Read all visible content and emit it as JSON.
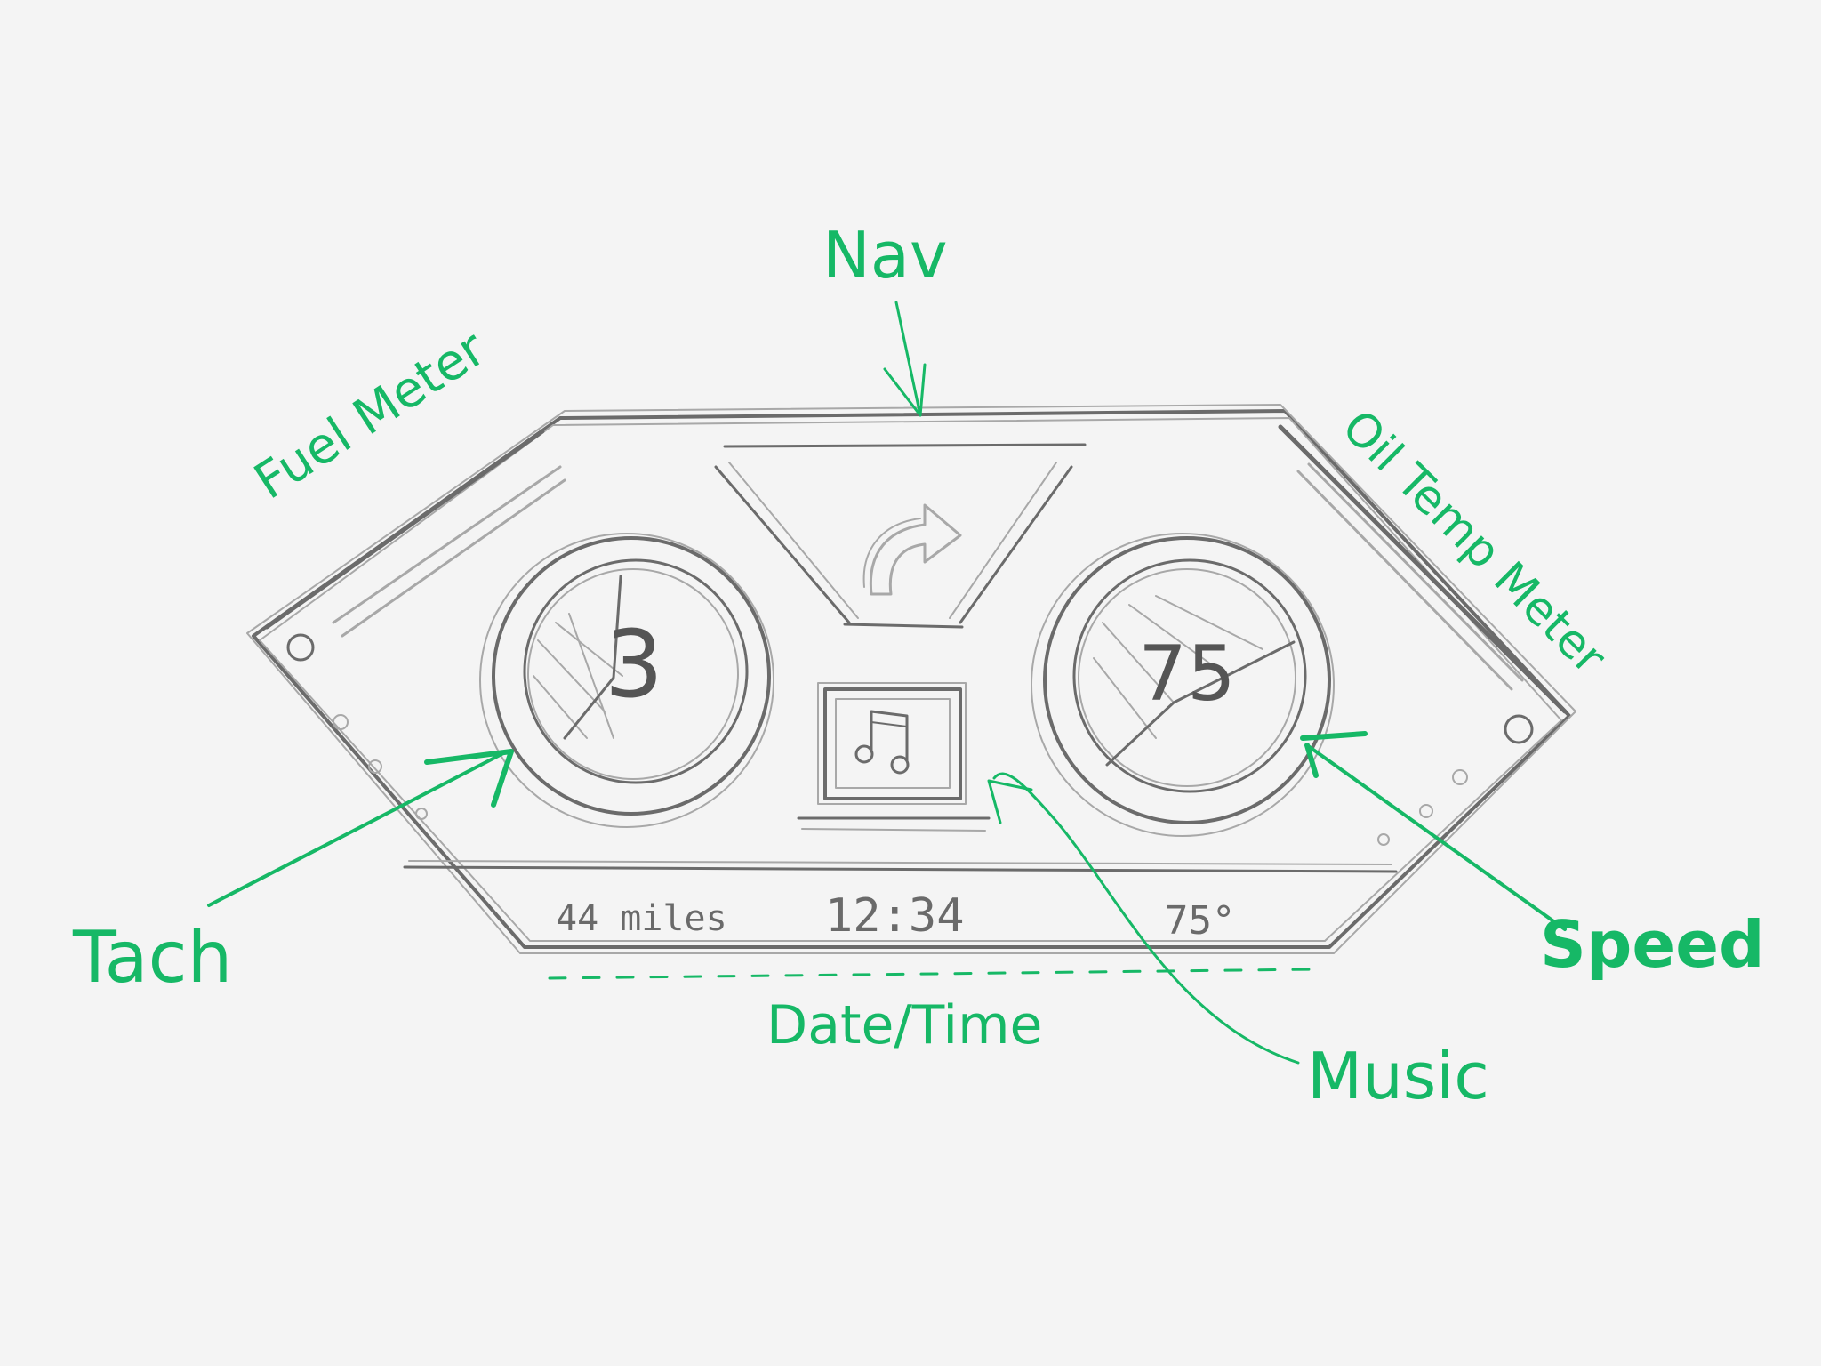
{
  "annotations": {
    "nav": "Nav",
    "fuel_meter": "Fuel Meter",
    "oil_temp_meter": "Oil Temp Meter",
    "tach": "Tach",
    "speed": "Speed",
    "date_time": "Date/Time",
    "music": "Music"
  },
  "dashboard": {
    "tach_value": "3",
    "speed_value": "75",
    "status_bar": {
      "distance": "44 miles",
      "time": "12:34",
      "temperature": "75°"
    },
    "nav_icon": "turn-right-arrow-icon",
    "music_icon": "music-note-icon"
  },
  "colors": {
    "annotation_ink": "#16b866",
    "pencil": "#6b6b6b",
    "background": "#f4f4f4"
  }
}
